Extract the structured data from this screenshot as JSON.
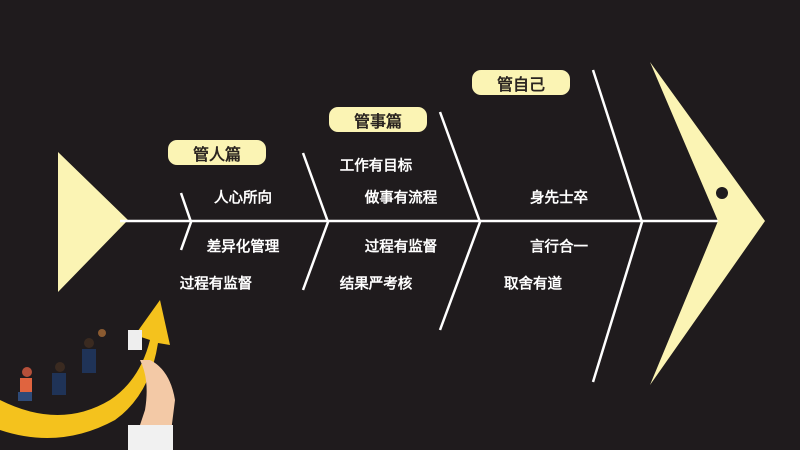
{
  "categories": [
    {
      "title": "管人篇",
      "items": [
        "人心所向",
        "差异化管理",
        "过程有监督"
      ]
    },
    {
      "title": "管事篇",
      "items": [
        "工作有目标",
        "做事有流程",
        "过程有监督",
        "结果严考核"
      ]
    },
    {
      "title": "管自己",
      "items": [
        "身先士卒",
        "言行合一",
        "取舍有道"
      ]
    }
  ],
  "colors": {
    "background": "#1f1b1d",
    "accent": "#fbf4b4",
    "line": "#ffffff"
  }
}
